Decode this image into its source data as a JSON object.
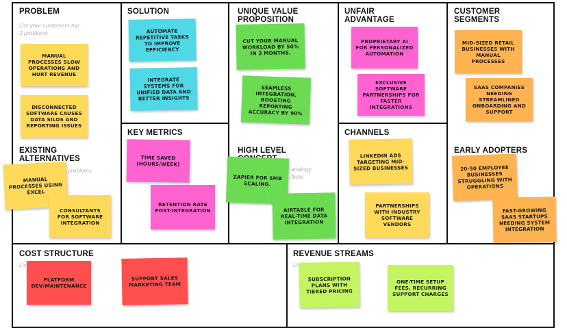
{
  "colors": {
    "yellow": "#ffd95a",
    "cyan": "#4fd8e5",
    "green": "#6bdb52",
    "pink": "#ff63d2",
    "orange": "#ffb451",
    "red": "#ff4f4f",
    "lime": "#c4f560",
    "border": "#111111"
  },
  "sections": {
    "problem": {
      "title": "PROBLEM",
      "hint": "List your customers top 3 problems"
    },
    "existing_alternatives": {
      "title": "EXISTING ALTERNATIVES",
      "hint": "...problems"
    },
    "solution": {
      "title": "SOLUTION"
    },
    "key_metrics": {
      "title": "KEY METRICS"
    },
    "uvp": {
      "title": "UNIQUE VALUE PROPOSITION"
    },
    "high_level_concept": {
      "title": "HIGH LEVEL CONCEPT",
      "hint": "...analogy ...flickr"
    },
    "unfair_advantage": {
      "title": "UNFAIR ADVANTAGE"
    },
    "channels": {
      "title": "CHANNELS"
    },
    "customer_segments": {
      "title": "CUSTOMER SEGMENTS"
    },
    "early_adopters": {
      "title": "EARLY ADOPTERS"
    },
    "cost_structure": {
      "title": "COST STRUCTURE",
      "hint": "List ... costs"
    },
    "revenue_streams": {
      "title": "REVENUE STREAMS",
      "hint": "List ... of revenue"
    }
  },
  "notes": {
    "problem_1": "Manual processes slow operations and hurt revenue",
    "problem_2": "Disconnected software causes data silos and reporting issues",
    "alt_1": "Manual processes using Excel",
    "alt_2": "Consultants for software integration",
    "solution_1": "Automate repetitive tasks to improve efficiency",
    "solution_2": "Integrate systems for unified data and better insights",
    "metric_1": "Time saved (hours/week)",
    "metric_2": "Retention rate post-integration",
    "uvp_1": "Cut your manual workload by 50% in 3 months.",
    "uvp_2": "Seamless integration, boosting reporting accuracy by 90%",
    "concept_1": "Zapier for SMB scaling.",
    "concept_2": "Airtable for real-time data integration",
    "advantage_1": "Proprietary AI for personalized automation",
    "advantage_2": "Exclusive software partnerships for faster integrations",
    "channel_1": "LinkedIn ads targeting mid-sized businesses",
    "channel_2": "Partnerships with industry software vendors",
    "segment_1": "Mid-sized retail businesses with manual processes",
    "segment_2": "SaaS companies needing streamlined onboarding and support",
    "adopter_1": "20-50 employee businesses struggling with operations",
    "adopter_2": "Fast-growing SaaS startups needing system integration",
    "cost_1": "Platform dev/maintenance",
    "cost_2": "Support sales marketing team",
    "revenue_1": "Subscription plans with tiered pricing",
    "revenue_2": "One-time setup fees, recurring support charges"
  }
}
